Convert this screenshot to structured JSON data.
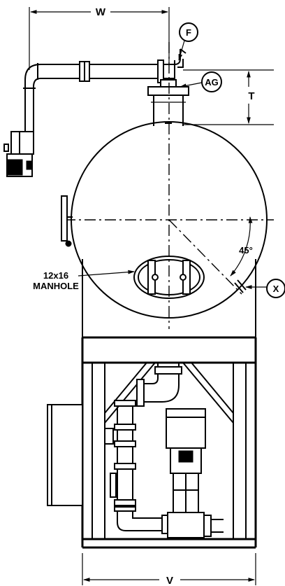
{
  "labels": {
    "dim_w": "W",
    "dim_t": "T",
    "dim_v": "V",
    "callout_f": "F",
    "callout_ag": "AG",
    "callout_x": "X",
    "angle": "45°",
    "manhole_line1": "12x16",
    "manhole_line2": "MANHOLE"
  }
}
